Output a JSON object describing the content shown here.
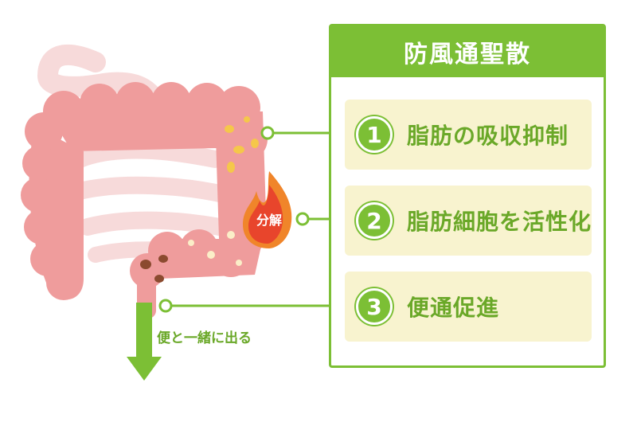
{
  "title": "防風通聖散",
  "items": [
    {
      "number": "1",
      "label": "脂肪の吸収抑制"
    },
    {
      "number": "2",
      "label": "脂肪細胞を活性化"
    },
    {
      "number": "3",
      "label": "便通促進"
    }
  ],
  "labels": {
    "breakdown": "分解",
    "excretion": "便と一緒に出る"
  },
  "colors": {
    "accent_green": "#7cbf35",
    "intestine_pink": "#ef9c9c",
    "fat_yellow": "#f5c74a",
    "item_background": "#f8f3cf",
    "flame_red": "#e8452c"
  }
}
